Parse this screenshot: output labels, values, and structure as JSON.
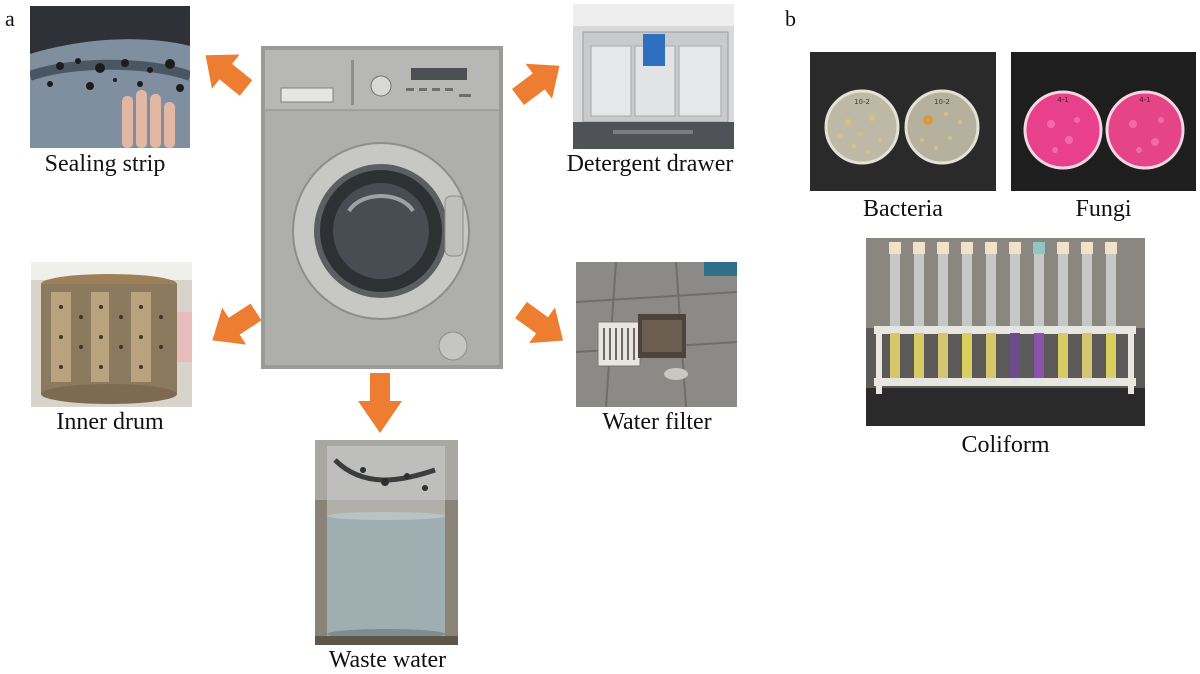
{
  "panels": {
    "a": "a",
    "b": "b"
  },
  "captions": {
    "sealing_strip": "Sealing strip",
    "detergent_drawer": "Detergent drawer",
    "inner_drum": "Inner drum",
    "water_filter": "Water filter",
    "waste_water": "Waste water",
    "bacteria": "Bacteria",
    "fungi": "Fungi",
    "coliform": "Coliform"
  },
  "plate_labels": {
    "bacteria_left": "10-2",
    "bacteria_right": "10-2",
    "fungi_left": "4-1",
    "fungi_right": "4-1"
  },
  "colors": {
    "arrow": "#ED7D31",
    "fungi_plate": "#E8408A",
    "washer_body": "#A9AAA6"
  }
}
